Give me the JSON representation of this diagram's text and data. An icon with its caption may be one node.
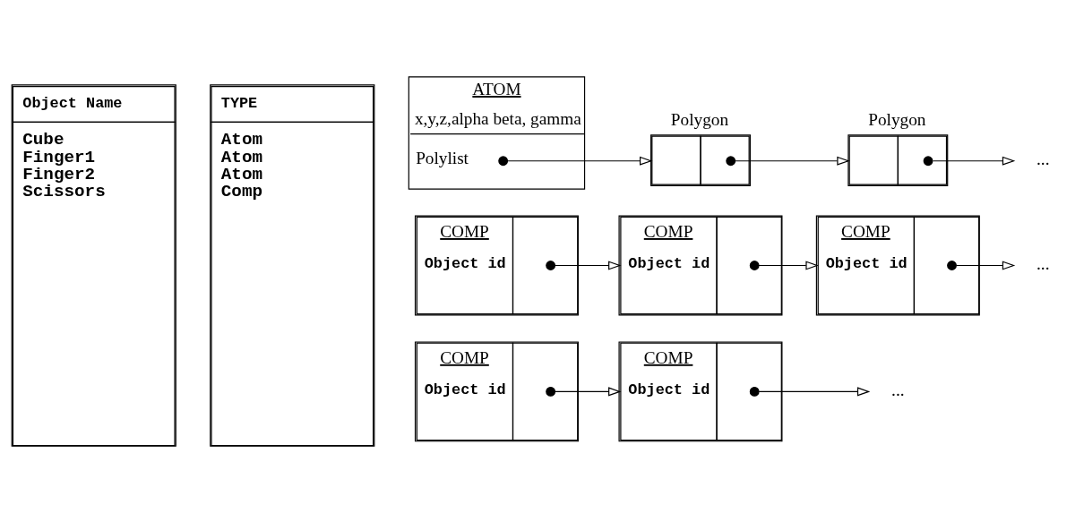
{
  "diagram": {
    "nodes": [
      {
        "text": [
          "Object Name",
          "Cube",
          "Finger1",
          "Finger2",
          "Scissors"
        ]
      },
      {
        "text": [
          "TYPE",
          "Atom",
          "Atom",
          "Atom",
          "Comp"
        ]
      },
      {
        "text": [
          "ATOM",
          "x,y,z,alpha beta, gamma",
          "Polylist"
        ]
      },
      {
        "text": [
          "Polygon"
        ]
      },
      {
        "text": [
          "Polygon"
        ]
      },
      {
        "text": [
          "..."
        ]
      },
      {
        "text": [
          "COMP",
          "Object id"
        ]
      },
      {
        "text": [
          "COMP",
          "Object id"
        ]
      },
      {
        "text": [
          "COMP",
          "Object id"
        ]
      },
      {
        "text": [
          "..."
        ]
      },
      {
        "text": [
          "COMP",
          "Object id"
        ]
      },
      {
        "text": [
          "COMP",
          "Object id"
        ]
      },
      {
        "text": [
          "..."
        ]
      }
    ],
    "edges": [
      {
        "from": 2,
        "to": 3,
        "arrow": "to"
      },
      {
        "from": 3,
        "to": 4,
        "arrow": "to"
      },
      {
        "from": 4,
        "to": 5,
        "arrow": "to"
      },
      {
        "from": 6,
        "to": 7,
        "arrow": "to"
      },
      {
        "from": 7,
        "to": 8,
        "arrow": "to"
      },
      {
        "from": 8,
        "to": 9,
        "arrow": "to"
      },
      {
        "from": 10,
        "to": 11,
        "arrow": "to"
      },
      {
        "from": 11,
        "to": 12,
        "arrow": "to"
      }
    ]
  }
}
